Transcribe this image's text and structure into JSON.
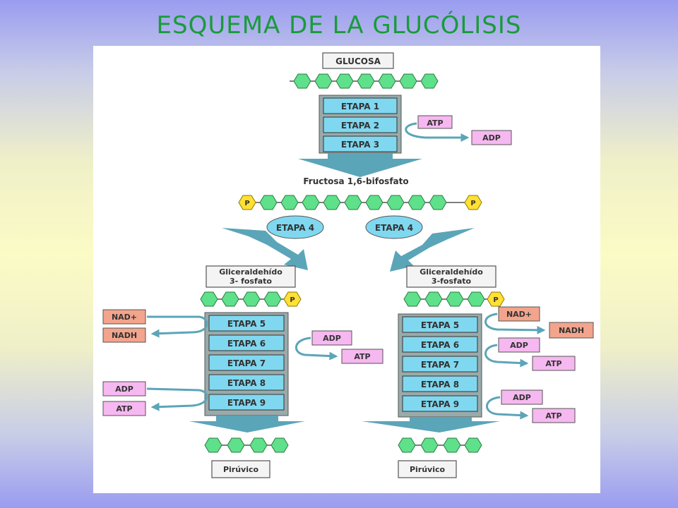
{
  "title": "ESQUEMA DE LA GLUCÓLISIS",
  "colors": {
    "hexagon": "#5fe08a",
    "phosphate": "#ffe033",
    "stage_box": "#7fd8f0",
    "atp_adp": "#f6b8f0",
    "nad": "#f3a48c",
    "arrow": "#5ba5b8",
    "title": "#1a9b3a"
  },
  "top": {
    "glucose_label": "GLUCOSA",
    "stages": [
      "ETAPA 1",
      "ETAPA 2",
      "ETAPA 3"
    ],
    "atp_in": "ATP",
    "adp_out": "ADP",
    "product_label": "Fructosa 1,6-bifosfato",
    "phosphate": "P"
  },
  "split": {
    "left_stage": "ETAPA 4",
    "right_stage": "ETAPA 4"
  },
  "left": {
    "label_line1": "Gliceraldehído",
    "label_line2": "3- fosfato",
    "phosphate": "P",
    "stages": [
      "ETAPA 5",
      "ETAPA 6",
      "ETAPA 7",
      "ETAPA 8",
      "ETAPA 9"
    ],
    "nad_in": "NAD+",
    "nadh_out": "NADH",
    "adp_in_1": "ADP",
    "atp_out_1": "ATP",
    "adp_in_2": "ADP",
    "atp_out_2": "ATP",
    "product": "Pirúvico"
  },
  "right": {
    "label_line1": "Gliceraldehído",
    "label_line2": "3-fosfato",
    "phosphate": "P",
    "stages": [
      "ETAPA 5",
      "ETAPA 6",
      "ETAPA 7",
      "ETAPA 8",
      "ETAPA 9"
    ],
    "nad_in": "NAD+",
    "nadh_out": "NADH",
    "adp_in_1": "ADP",
    "atp_out_1": "ATP",
    "adp_in_2": "ADP",
    "atp_out_2": "ATP",
    "product": "Pirúvico"
  }
}
